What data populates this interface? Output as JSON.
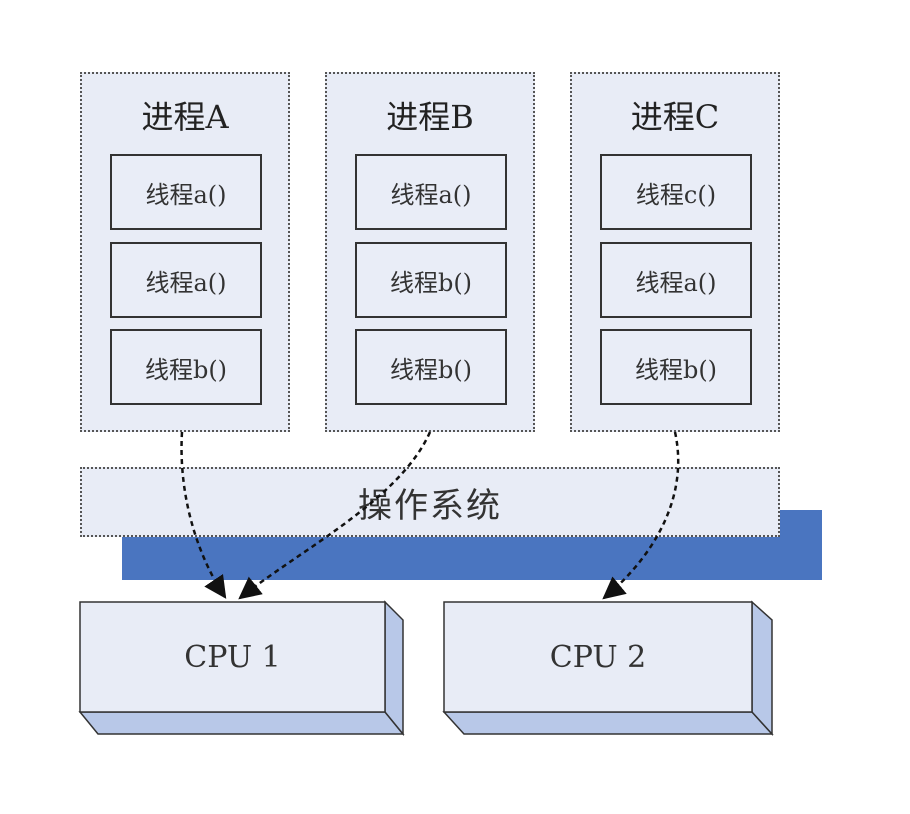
{
  "processes": [
    {
      "title": "进程A",
      "threads": [
        "线程a()",
        "线程a()",
        "线程b()"
      ]
    },
    {
      "title": "进程B",
      "threads": [
        "线程a()",
        "线程b()",
        "线程b()"
      ]
    },
    {
      "title": "进程C",
      "threads": [
        "线程c()",
        "线程a()",
        "线程b()"
      ]
    }
  ],
  "os": {
    "label": "操作系统"
  },
  "cpus": [
    {
      "label": "CPU  1"
    },
    {
      "label": "CPU  2"
    }
  ],
  "colors": {
    "box_fill": "#e8ecf6",
    "os_shadow": "#4a75c0",
    "cpu_side": "#b8c8e8",
    "arrow": "#111111"
  }
}
